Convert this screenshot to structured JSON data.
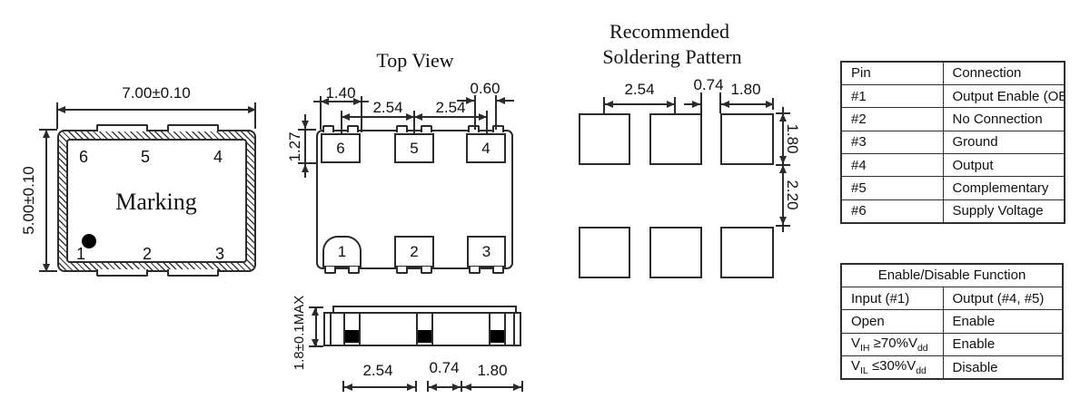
{
  "marking_view": {
    "width_dim": "7.00±0.10",
    "height_dim": "5.00±0.10",
    "marking_label": "Marking",
    "pins_top": [
      "6",
      "5",
      "4"
    ],
    "pins_bottom": [
      "1",
      "2",
      "3"
    ]
  },
  "top_view": {
    "title": "Top View",
    "pins_top": [
      "6",
      "5",
      "4"
    ],
    "pins_bottom": [
      "1",
      "2",
      "3"
    ],
    "dims": {
      "edge_to_pad": "1.40",
      "pitch_left": "2.54",
      "pitch_right": "2.54",
      "notch_width": "0.60",
      "pad_height": "1.27"
    }
  },
  "side_view": {
    "height_dim": "1.8±0.1MAX",
    "dims": {
      "pitch": "2.54",
      "gap": "0.74",
      "pad_width": "1.80"
    }
  },
  "soldering_pattern": {
    "title_line1": "Recommended",
    "title_line2": "Soldering Pattern",
    "dims": {
      "pitch": "2.54",
      "gap": "0.74",
      "pad_width": "1.80",
      "pad_height": "1.80",
      "row_gap": "2.20"
    }
  },
  "pin_table": {
    "headers": [
      "Pin",
      "Connection"
    ],
    "rows": [
      [
        "#1",
        "Output Enable (OE)"
      ],
      [
        "#2",
        "No Connection"
      ],
      [
        "#3",
        "Ground"
      ],
      [
        "#4",
        "Output"
      ],
      [
        "#5",
        "Complementary"
      ],
      [
        "#6",
        "Supply Voltage"
      ]
    ]
  },
  "enable_table": {
    "title": "Enable/Disable Function",
    "headers": [
      "Input (#1)",
      "Output (#4, #5)"
    ],
    "rows": [
      {
        "input": [
          {
            "t": "Open"
          }
        ],
        "output": "Enable"
      },
      {
        "input": [
          {
            "t": "V"
          },
          {
            "t": "IH",
            "sub": true
          },
          {
            "t": " ≥70%V"
          },
          {
            "t": "dd",
            "sub": true
          }
        ],
        "output": "Enable"
      },
      {
        "input": [
          {
            "t": "V"
          },
          {
            "t": "IL",
            "sub": true
          },
          {
            "t": " ≤30%V"
          },
          {
            "t": "dd",
            "sub": true
          }
        ],
        "output": "Disable"
      }
    ]
  },
  "colors": {
    "line": "#2b2b2b",
    "text": "#111111",
    "background": "#ffffff",
    "pad_fill": "#000000"
  }
}
